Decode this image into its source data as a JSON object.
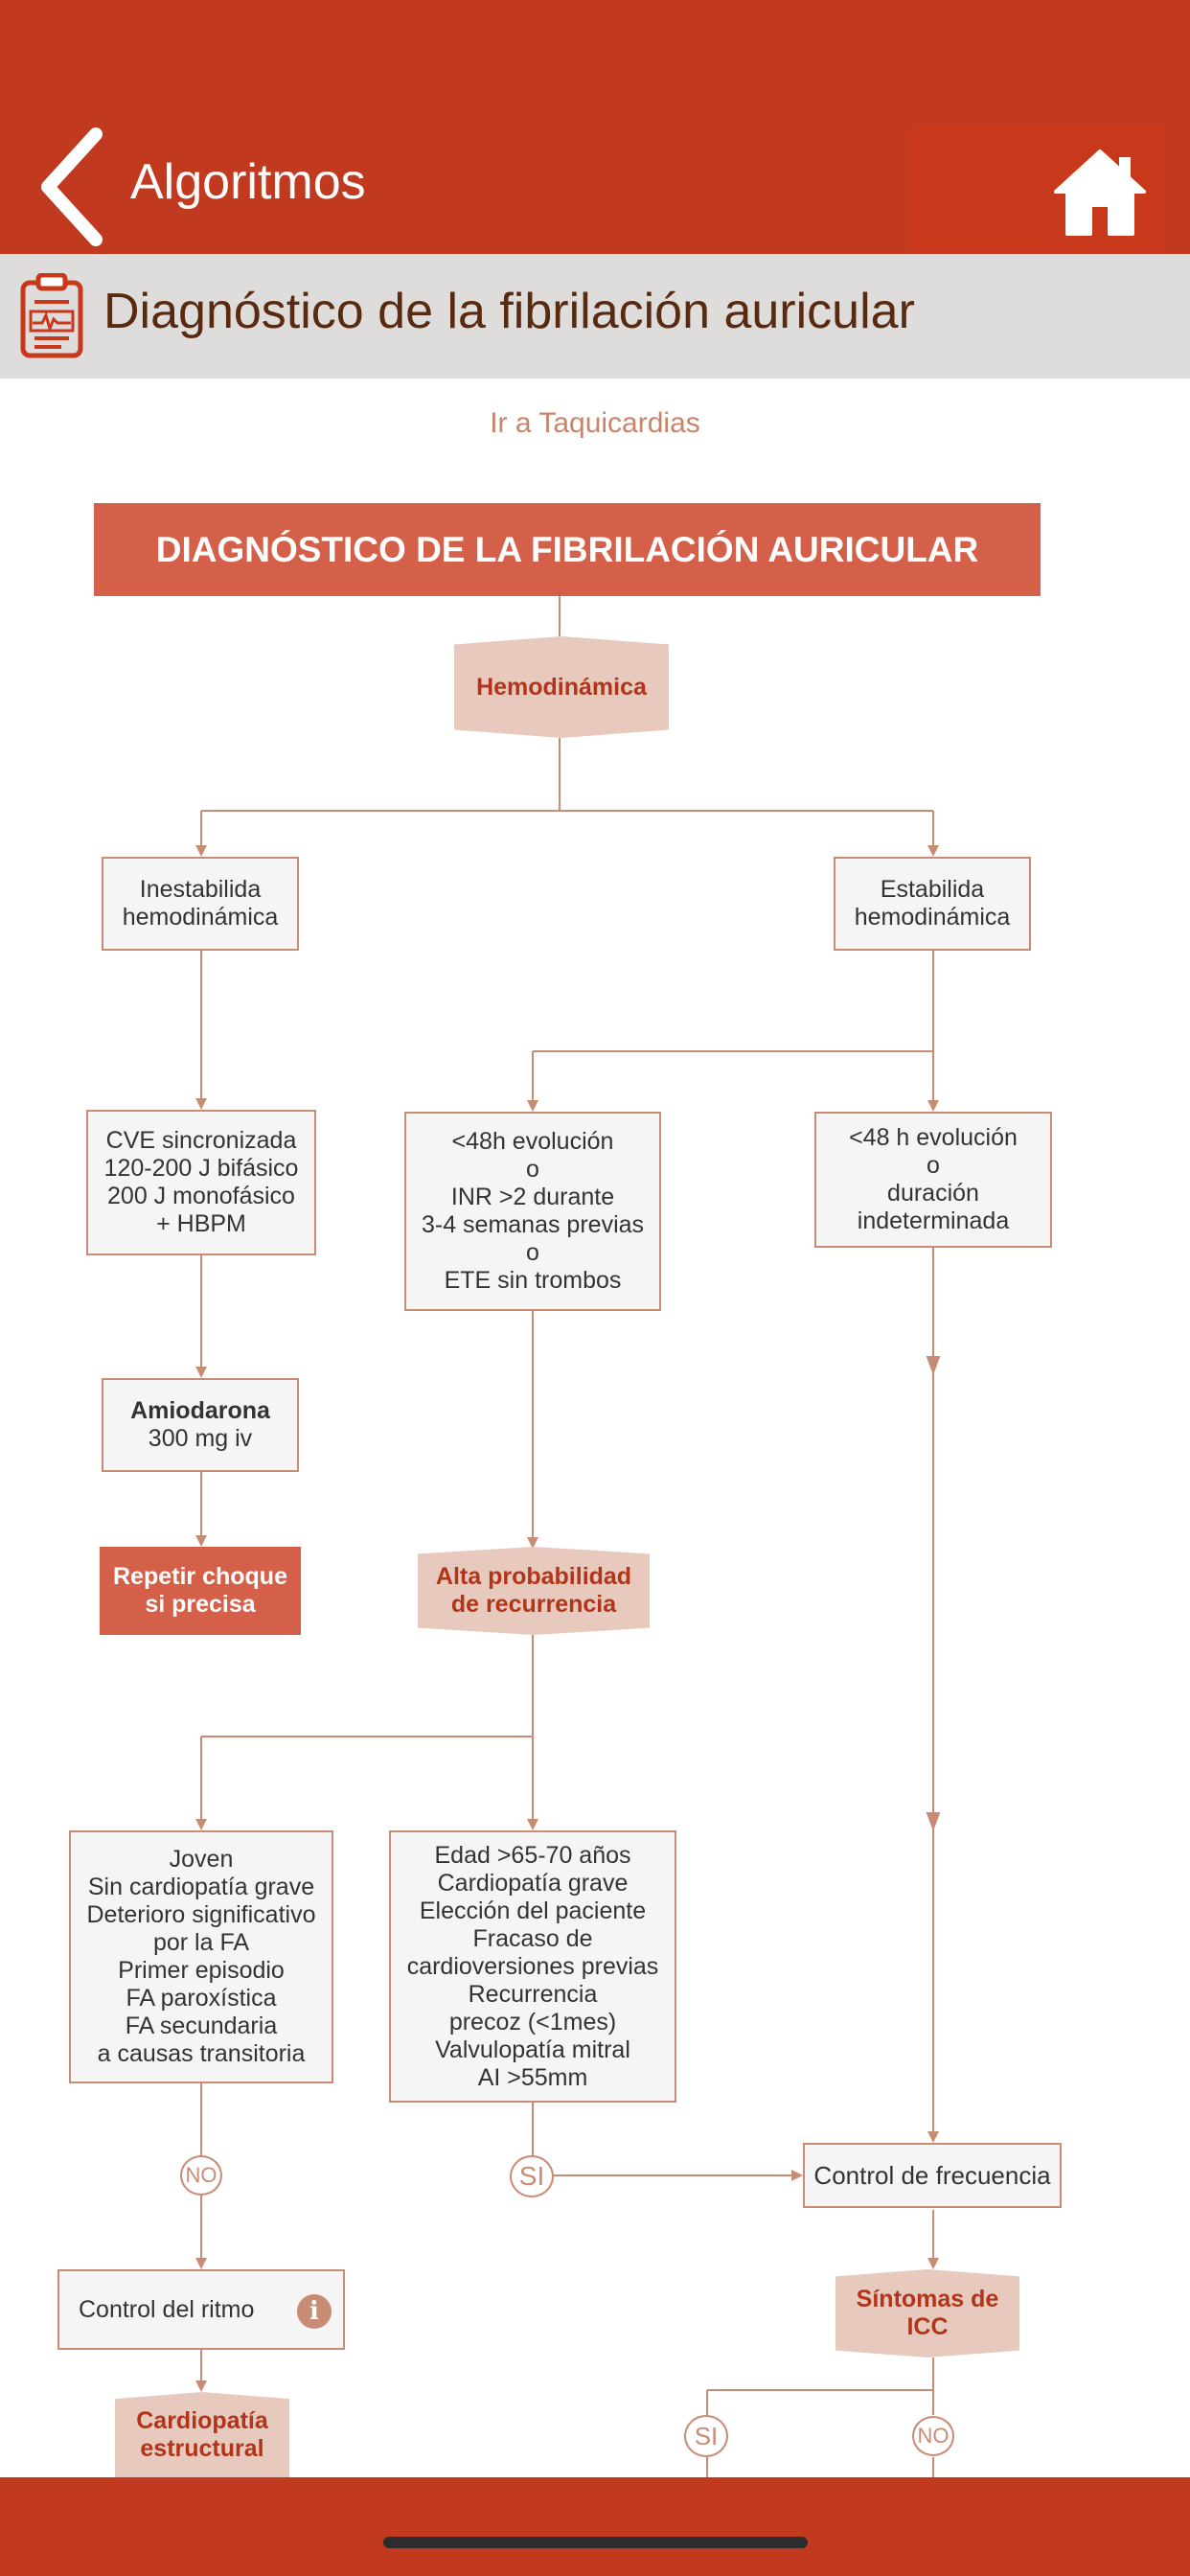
{
  "nav": {
    "back_label": "Algoritmos",
    "back_icon": "chevron-left-icon",
    "home_icon": "home-icon"
  },
  "page_title": "Diagnóstico de la fibrilación auricular",
  "title_icon": "clipboard-ecg-icon",
  "link_taquicardias": "Ir a Taquicardias",
  "colors": {
    "header": "#c13a1f",
    "accent": "#d5604a",
    "box_border": "#c88c74",
    "hex_fill": "#e8c9bd",
    "hex_text": "#b0351a"
  },
  "flowchart": {
    "header": "DIAGNÓSTICO DE LA FIBRILACIÓN AURICULAR",
    "hemodinamica": "Hemodinámica",
    "inestabilidad": [
      "Inestabilida",
      "hemodinámica"
    ],
    "estabilidad": [
      "Estabilida",
      "hemodinámica"
    ],
    "cve": [
      "CVE sincronizada",
      "120-200 J bifásico",
      "200 J monofásico",
      "+ HBPM"
    ],
    "menos48": [
      "<48h evolución",
      "o",
      "INR >2 durante",
      "3-4 semanas previas",
      "o",
      "ETE sin trombos"
    ],
    "indeterminada": [
      "<48 h evolución",
      "o",
      "duración",
      "indeterminada"
    ],
    "amiodarona_title": "Amiodarona",
    "amiodarona_dose": "300 mg iv",
    "repetir": [
      "Repetir choque",
      "si precisa"
    ],
    "alta_prob": [
      "Alta probabilidad",
      "de recurrencia"
    ],
    "joven": [
      "Joven",
      "Sin cardiopatía grave",
      "Deterioro significativo",
      "por la FA",
      "Primer episodio",
      "FA paroxística",
      "FA secundaria",
      "a causas transitoria"
    ],
    "edad": [
      "Edad >65-70 años",
      "Cardiopatía grave",
      "Elección del paciente",
      "Fracaso de",
      "cardioversiones previas",
      "Recurrencia",
      "precoz (<1mes)",
      "Valvulopatía mitral",
      "AI >55mm"
    ],
    "no": "NO",
    "si": "SI",
    "control_frecuencia": "Control de frecuencia",
    "control_ritmo": "Control del ritmo",
    "info_icon": "info-icon",
    "sintomas": [
      "Síntomas de",
      "ICC"
    ],
    "cardiopatia": [
      "Cardiopatía",
      "estructural"
    ]
  }
}
